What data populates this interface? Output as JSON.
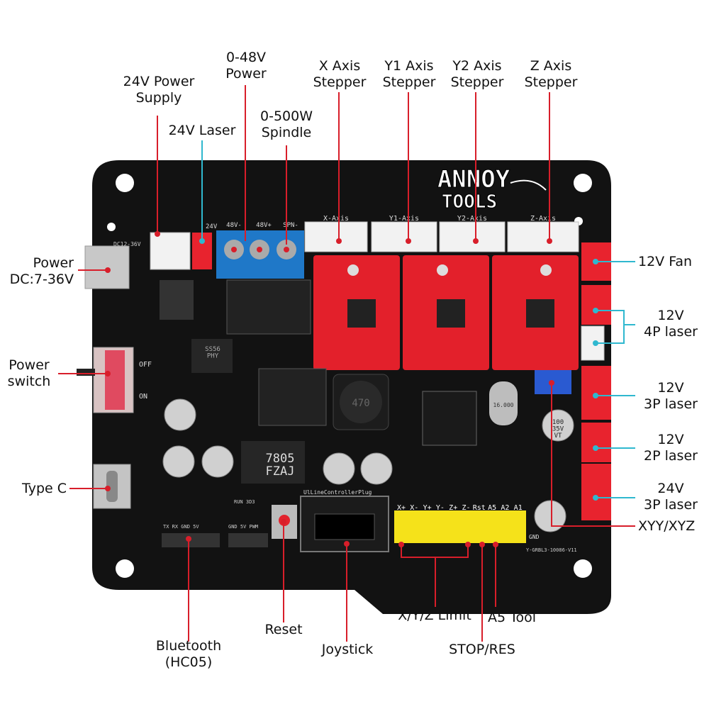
{
  "board": {
    "brand_line1": "ANNOY",
    "brand_line2": "TOOLS",
    "header_x": "X-Axis",
    "header_y1": "Y1-Axis",
    "header_y2": "Y2-Axis",
    "header_z": "Z-Axis",
    "term_48v_minus": "48V-",
    "term_48v_plus": "48V+",
    "term_spn_minus": "SPN-",
    "silk_24v": "24V",
    "silk_dc": "DC12-36V",
    "silk_off": "OFF",
    "silk_on": "ON",
    "plug_label": "UlLineControllerPlug",
    "pin_labels": [
      "X+",
      "X-",
      "Y+",
      "Y-",
      "Z+",
      "Z-",
      "Rst",
      "A5",
      "A2",
      "A1"
    ],
    "silk_gnd": "GND",
    "bt_pins": "TX  RX  GND  5V",
    "i2c_pins": "GND 5V PWM",
    "i2c_top": "RUN 3D3",
    "regulator_text": "7805\nFZAJ",
    "cap_text": "100\n35V\nVT",
    "inductor_text": "470",
    "diode_text": "SS56\nPHY",
    "crystal_text": "16.000",
    "model_text": "Y-GRBL3-10086-V11"
  },
  "labels": {
    "power_supply_24v": "24V Power\nSupply",
    "power_0_48v": "0-48V\nPower",
    "laser_24v": "24V Laser",
    "spindle": "0-500W\nSpindle",
    "x_stepper": "X Axis\nStepper",
    "y1_stepper": "Y1 Axis\nStepper",
    "y2_stepper": "Y2 Axis\nStepper",
    "z_stepper": "Z Axis\nStepper",
    "power_dc": "Power\nDC:7-36V",
    "power_switch": "Power\nswitch",
    "type_c": "Type C",
    "fan_12v": "12V Fan",
    "laser_4p_12v": "12V\n4P laser",
    "laser_3p_12v": "12V\n3P laser",
    "laser_2p_12v": "12V\n2P laser",
    "laser_3p_24v": "24V\n3P laser",
    "xyy_xyz": "XYY/XYZ",
    "bluetooth": "Bluetooth\n(HC05)",
    "reset": "Reset",
    "joystick": "Joystick",
    "xyz_limit": "X/Y/Z Limit",
    "a5_tool": "A5 Tool",
    "stop_res": "STOP/RES"
  },
  "colors": {
    "pcb": "#111111",
    "driver_red": "#e3202b",
    "connector_red": "#e8232e",
    "terminal_blue": "#1f78c8",
    "header_yellow": "#f5e21a",
    "leader_red": "#d81e2a",
    "leader_cyan": "#2fb8cf",
    "connector_white": "#f2f2f2"
  }
}
